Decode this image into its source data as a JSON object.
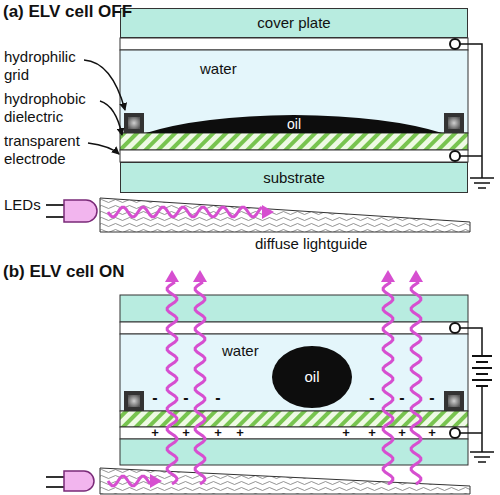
{
  "diagram": {
    "nodes": [
      {
        "text": [
          "cover plate"
        ]
      },
      {
        "text": [
          "water"
        ]
      },
      {
        "text": [
          "oil"
        ],
        "in": 1
      },
      {
        "text": [
          "substrate"
        ]
      },
      {
        "text": [
          "water"
        ]
      },
      {
        "text": [
          "oil"
        ],
        "in": 4
      }
    ],
    "labels": [
      "(a) ELV cell OFF",
      "hydrophilic grid",
      "hydrophobic dielectric",
      "transparent electrode",
      "LEDs",
      "diffuse lightguide",
      "(b) ELV cell ON",
      "-",
      "-",
      "-",
      "-",
      "-",
      "-",
      "+",
      "+",
      "+",
      "+",
      "+",
      "+",
      "+",
      "+"
    ]
  }
}
